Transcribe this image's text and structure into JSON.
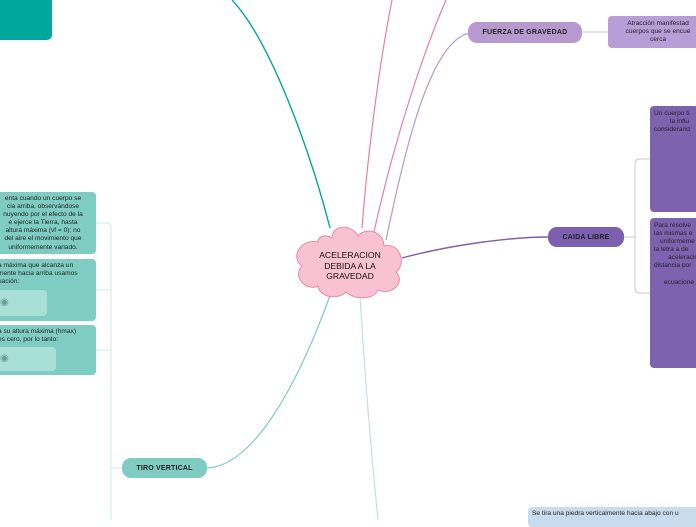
{
  "colors": {
    "teal_topic": "#7fcdc2",
    "teal_dark": "#00a79d",
    "pink_line": "#e87fa6",
    "purple_topic": "#b899cf",
    "violet_topic": "#7c5fae",
    "violet_card": "#7d62b0",
    "lavender_card": "#b79ed6",
    "light_blue_card": "#c8dcee",
    "center_fill": "#f9c2d2",
    "center_stroke": "#e68aa8"
  },
  "central_topic": {
    "line1": "ACELERACION",
    "line2": "DEBIDA A LA",
    "line3": "GRAVEDAD"
  },
  "topics": {
    "fuerza": "FUERZA DE GRAVEDAD",
    "caida": "CAIDA LIBRE",
    "tiro": "TIRO VERTICAL"
  },
  "fuerza_card": {
    "line1": "Atracción manifestad",
    "line2": "cuerpos que se encue",
    "line3": "cerca"
  },
  "caida_card1": {
    "line1": "Un cuerpo ti",
    "line2": "la influ",
    "line3": "considerand"
  },
  "caida_card2": {
    "line1": "Para resolve",
    "line2": "las mismas e",
    "line3": "uniformeme",
    "line4": "la letra a de",
    "line5": "aceleració",
    "line6": "distancia por",
    "line7": "ecuacione"
  },
  "tiro_card1": {
    "line1": "enta cuando un cuerpo se",
    "line2": "cia arriba, observándose",
    "line3": "nuyendo por el efecto de la",
    "line4": "e ejerce la Tierra, hasta",
    "line5": "altura máxima (vf = 0); no",
    "line6": "del aire el movimiento que",
    "line7": "uniformemente variado."
  },
  "tiro_card2": {
    "line1": "a máxima que alcanza un",
    "line2": "mente hacia arriba usamos",
    "line3": "uación:"
  },
  "tiro_card3": {
    "line1": "a su altura máxima (hmax)",
    "line2": "es cero, por lo tanto:"
  },
  "bottom_card": {
    "line1": "Se tira una piedra verticalmente hacia abajo con u"
  }
}
